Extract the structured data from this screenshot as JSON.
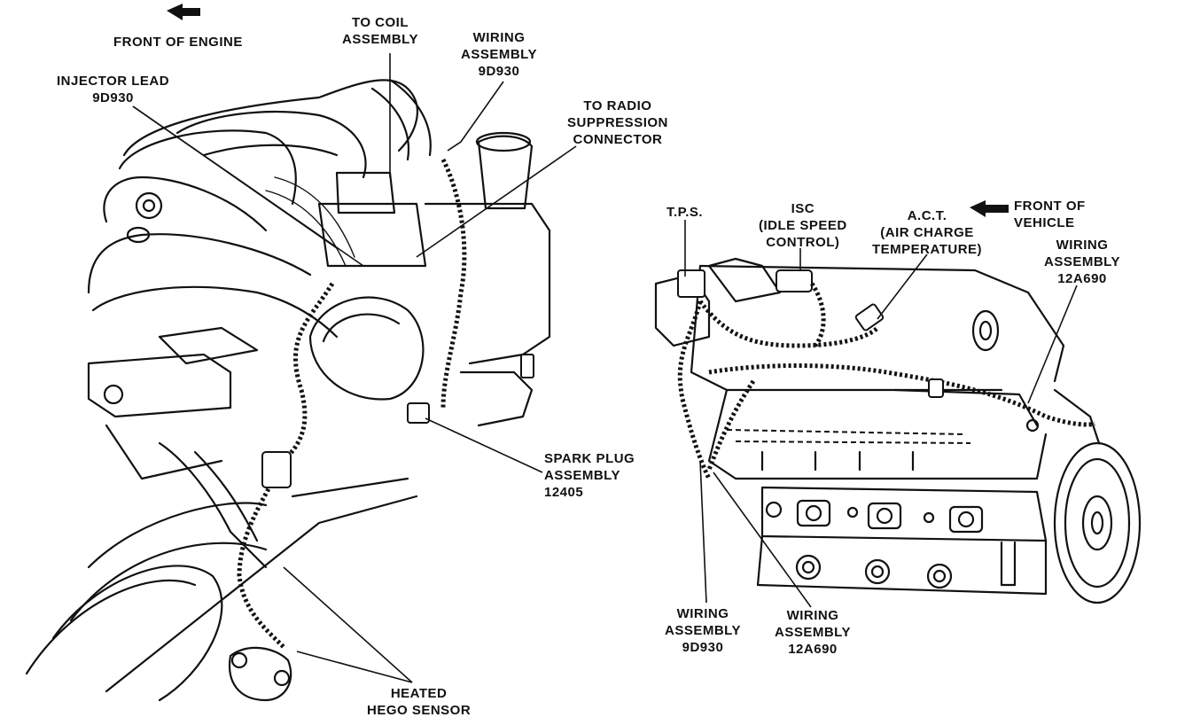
{
  "labels": {
    "front_of_engine": "FRONT OF ENGINE",
    "to_coil": [
      "TO COIL",
      "ASSEMBLY"
    ],
    "wiring_9d930_top": [
      "WIRING",
      "ASSEMBLY",
      "9D930"
    ],
    "injector_lead": [
      "INJECTOR LEAD",
      "9D930"
    ],
    "radio_supp": [
      "TO RADIO",
      "SUPPRESSION",
      "CONNECTOR"
    ],
    "spark_plug": [
      "SPARK PLUG",
      "ASSEMBLY",
      "12405"
    ],
    "hego": [
      "HEATED",
      "HEGO SENSOR"
    ],
    "tps": "T.P.S.",
    "isc": [
      "ISC",
      "(IDLE SPEED",
      "CONTROL)"
    ],
    "act": [
      "A.C.T.",
      "(AIR CHARGE",
      "TEMPERATURE)"
    ],
    "front_of_vehicle": [
      "FRONT OF",
      "VEHICLE"
    ],
    "wiring_12a690_right": [
      "WIRING",
      "ASSEMBLY",
      "12A690"
    ],
    "wiring_9d930_bottom": [
      "WIRING",
      "ASSEMBLY",
      "9D930"
    ],
    "wiring_12a690_bottom": [
      "WIRING",
      "ASSEMBLY",
      "12A690"
    ]
  },
  "colors": {
    "ink": "#111111",
    "paper": "#ffffff"
  },
  "icons": [
    "arrow-left-icon",
    "arrow-left-icon"
  ]
}
